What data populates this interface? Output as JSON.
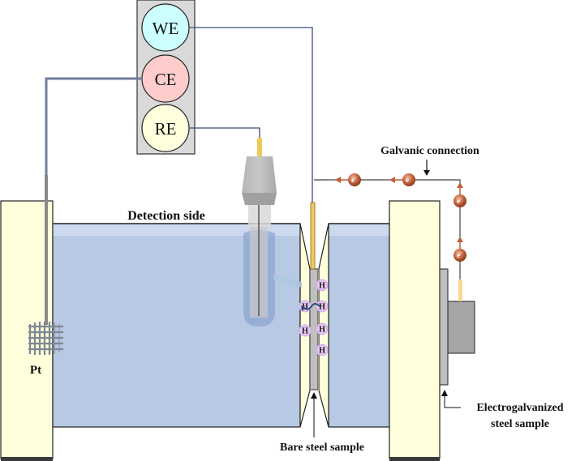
{
  "potentiostat": {
    "terminals": [
      {
        "id": "we",
        "label": "WE",
        "color": "#ccffff"
      },
      {
        "id": "ce",
        "label": "CE",
        "color": "#ffcccc"
      },
      {
        "id": "re",
        "label": "RE",
        "color": "#ffffdd"
      }
    ]
  },
  "labels": {
    "detection_side": "Detection side",
    "counter_electrode": "Pt",
    "galvanic_connection": "Galvanic connection",
    "bare_steel": "Bare steel sample",
    "electrogalvanized_line1": "Electrogalvanized",
    "electrogalvanized_line2": "steel sample"
  },
  "species": {
    "hydrogen": "H",
    "electron": "e",
    "electron_sup": "-"
  },
  "colors": {
    "solution": "#b8c9e3",
    "solution_top": "#ccd9ee",
    "clamp": "#ffffdc",
    "steel": "#bfbfbf",
    "wire": "#3b4a7a",
    "electron": "#c0603a",
    "hydrogen": "#dcb5ee",
    "gold_wire": "#f2c75c"
  }
}
